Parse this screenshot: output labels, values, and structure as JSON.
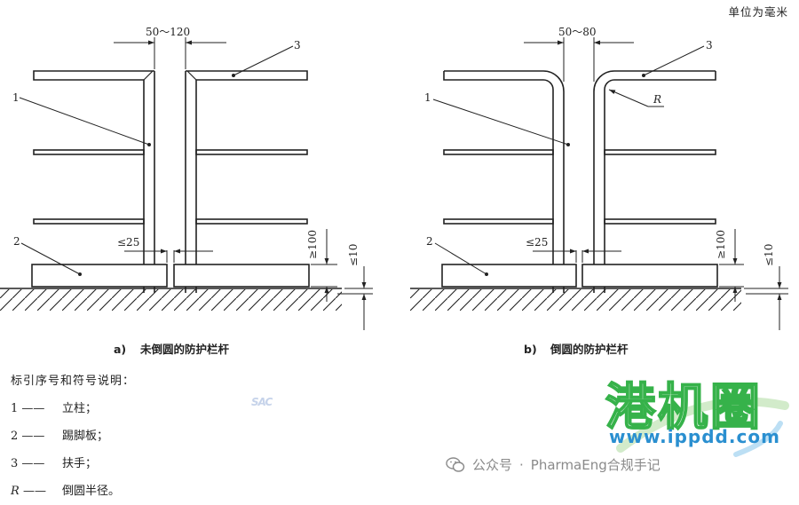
{
  "unit_note": "单位为毫米",
  "figure_a": {
    "caption_label": "a)",
    "caption_text": "未倒圆的防护栏杆",
    "dim_gap": "50～120",
    "dim_toe_gap": "≤25",
    "dim_toe_height": "≥100",
    "dim_floor_gap": "≤10",
    "callout_1": "1",
    "callout_2": "2",
    "callout_3": "3"
  },
  "figure_b": {
    "caption_label": "b)",
    "caption_text": "倒圆的防护栏杆",
    "dim_gap": "50～80",
    "dim_toe_gap": "≤25",
    "dim_toe_height": "≥100",
    "dim_floor_gap": "≤10",
    "callout_1": "1",
    "callout_2": "2",
    "callout_3": "3",
    "callout_r": "R"
  },
  "legend": {
    "title": "标引序号和符号说明：",
    "items": [
      {
        "symbol": "1",
        "dash": "——",
        "text": "立柱；"
      },
      {
        "symbol": "2",
        "dash": "——",
        "text": "踢脚板；"
      },
      {
        "symbol": "3",
        "dash": "——",
        "text": "扶手；"
      },
      {
        "symbol": "R",
        "dash": "——",
        "text": "倒圆半径。"
      }
    ]
  },
  "watermark": {
    "brand": "港机圈",
    "url": "www.ippdd.com",
    "wechat_prefix": "公众号",
    "wechat_dot": "·",
    "wechat_name": "PharmaEng合规手记",
    "sac": "SAC"
  }
}
